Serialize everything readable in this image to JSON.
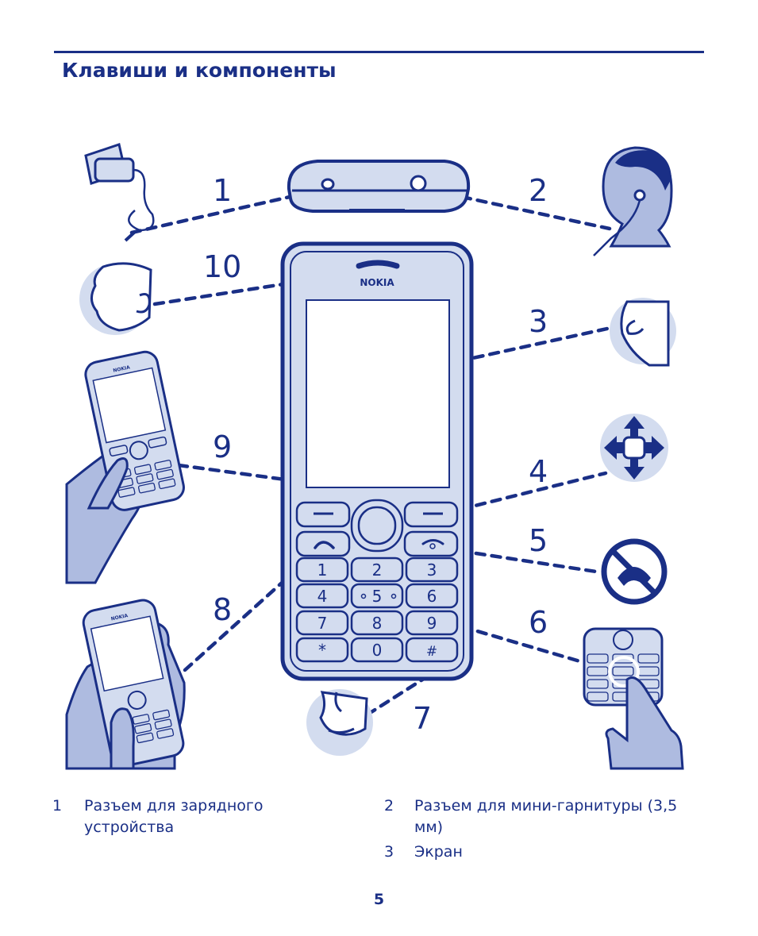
{
  "page": {
    "title": "Клавиши и компоненты",
    "page_number": "5"
  },
  "phone": {
    "brand": "NOKIA",
    "keys": [
      "1",
      "2",
      "3",
      "4",
      "5",
      "6",
      "7",
      "8",
      "9",
      "*",
      "0",
      "#"
    ]
  },
  "callouts": [
    "1",
    "2",
    "3",
    "4",
    "5",
    "6",
    "7",
    "8",
    "9",
    "10"
  ],
  "legend": {
    "left": [
      {
        "num": "1",
        "text": "Разъем для зарядного устройства"
      }
    ],
    "right": [
      {
        "num": "2",
        "text": "Разъем для мини-гарнитуры (3,5 мм)"
      },
      {
        "num": "3",
        "text": "Экран"
      }
    ]
  },
  "colors": {
    "ink": "#1a2f86",
    "fill": "#d3dcef",
    "figure": "#aebbe0",
    "white": "#ffffff"
  }
}
